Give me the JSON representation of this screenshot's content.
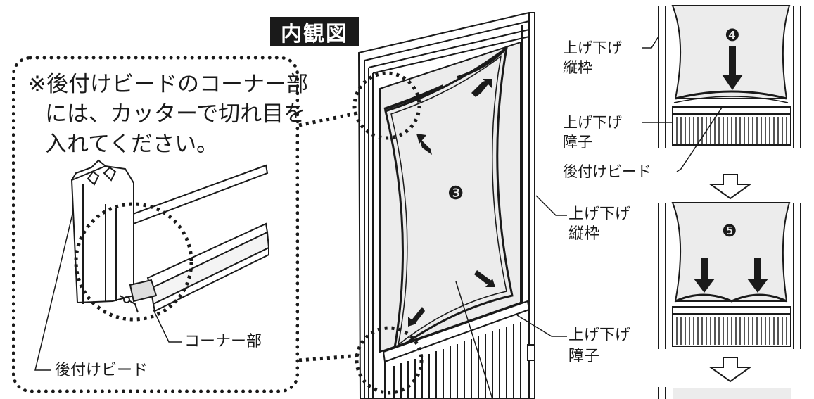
{
  "title": "内観図",
  "note": {
    "line1": "※後付けビードのコーナー部",
    "line2": "には、カッターで切れ目を",
    "line3": "入れてください。"
  },
  "detail_labels": {
    "corner": "コーナー部",
    "bead": "後付けビード"
  },
  "main_labels": {
    "vertical_frame": [
      "上げ下げ",
      "縦枠"
    ],
    "shoji": [
      "上げ下げ",
      "障子"
    ]
  },
  "step_numbers": {
    "main": "❸",
    "right_top": "❹",
    "right_middle": "❺"
  },
  "right_labels": {
    "vertical_frame": [
      "上げ下げ",
      "縦枠"
    ],
    "shoji": [
      "上げ下げ",
      "障子"
    ],
    "bead": "後付けビード"
  },
  "colors": {
    "ink": "#1a1a1a",
    "glass": "#ececec",
    "paper": "#ffffff"
  }
}
